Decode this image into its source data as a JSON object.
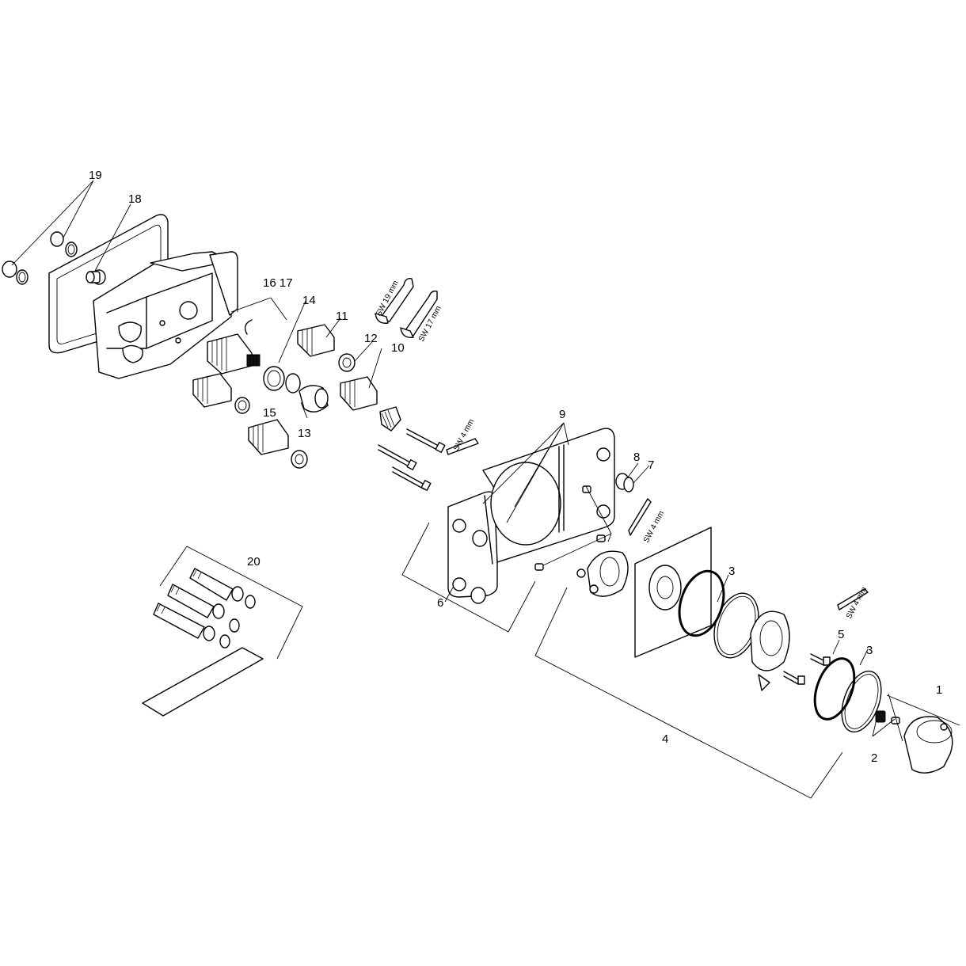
{
  "callouts": {
    "c1": "1",
    "c2": "2",
    "c3a": "3",
    "c3b": "3",
    "c4": "4",
    "c5": "5",
    "c6": "6",
    "c7": "7",
    "c8": "8",
    "c9": "9",
    "c10": "10",
    "c11": "11",
    "c12": "12",
    "c13": "13",
    "c14": "14",
    "c15": "15",
    "c1617": "16 17",
    "c18": "18",
    "c19": "19",
    "c20": "20"
  },
  "tools": {
    "wrench19": "SW 19 mm",
    "wrench17": "SW 17 mm",
    "hex4a": "SW 4 mm",
    "hex4b": "SW 4 mm",
    "hex4c": "SW 4 mm"
  }
}
